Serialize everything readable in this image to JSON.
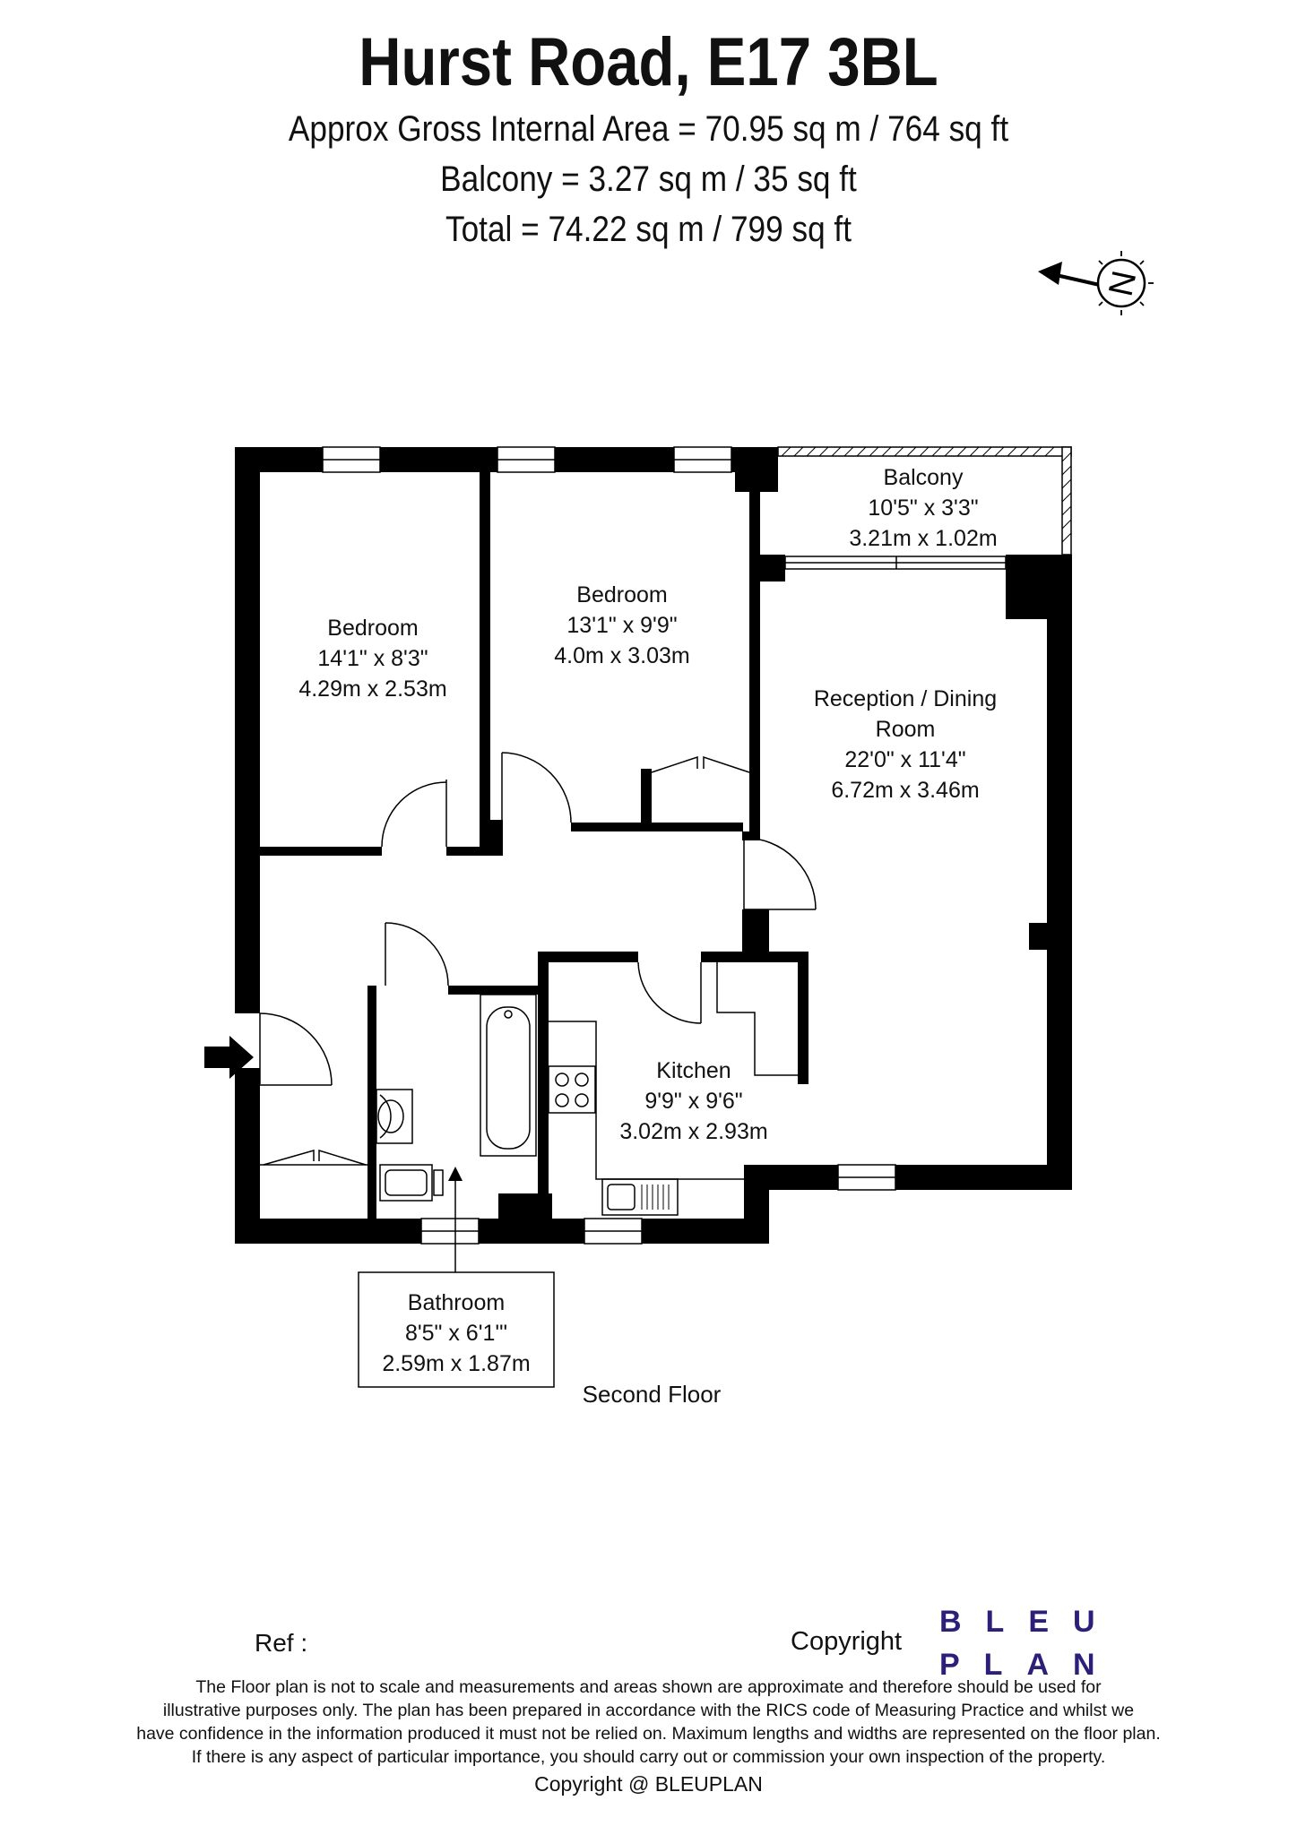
{
  "header": {
    "title": "Hurst Road, E17 3BL",
    "gross_area": "Approx Gross Internal Area = 70.95 sq m / 764 sq ft",
    "balcony_area": "Balcony = 3.27 sq m / 35 sq ft",
    "total_area": "Total = 74.22 sq m / 799 sq ft"
  },
  "compass": {
    "letter": "N",
    "icon": "compass-north-icon"
  },
  "rooms": {
    "bedroom1": {
      "name": "Bedroom",
      "imperial": "14'1\" x 8'3\"",
      "metric": "4.29m x 2.53m"
    },
    "bedroom2": {
      "name": "Bedroom",
      "imperial": "13'1\" x 9'9\"",
      "metric": "4.0m x 3.03m"
    },
    "balcony": {
      "name": "Balcony",
      "imperial": "10'5\" x 3'3\"",
      "metric": "3.21m x 1.02m"
    },
    "reception": {
      "name_line1": "Reception / Dining",
      "name_line2": "Room",
      "imperial": "22'0\" x 11'4\"",
      "metric": "6.72m x 3.46m"
    },
    "kitchen": {
      "name": "Kitchen",
      "imperial": "9'9\" x 9'6\"",
      "metric": "3.02m x 2.93m"
    },
    "bathroom": {
      "name": "Bathroom",
      "imperial": "8'5\" x 6'1'\"",
      "metric": "2.59m x 1.87m"
    }
  },
  "floor_label": "Second Floor",
  "footer": {
    "ref": "Ref  :",
    "copyright_label": "Copyright",
    "logo_line1": "BLEU",
    "logo_line2": "PLAN",
    "disclaimer": [
      "The Floor plan is not to scale and measurements and areas shown are approximate and therefore should be used for",
      "illustrative purposes only. The plan has been prepared in accordance with the RICS code of Measuring Practice and whilst we",
      "have confidence in the information produced it must not be relied on. Maximum lengths and widths are represented on the floor plan.",
      "If there is any aspect of particular importance, you should carry out or commission your own inspection of the property."
    ],
    "copyright_line": "Copyright @ BLEUPLAN"
  },
  "colors": {
    "wall": "#000000",
    "logo": "#2b1f7a"
  }
}
